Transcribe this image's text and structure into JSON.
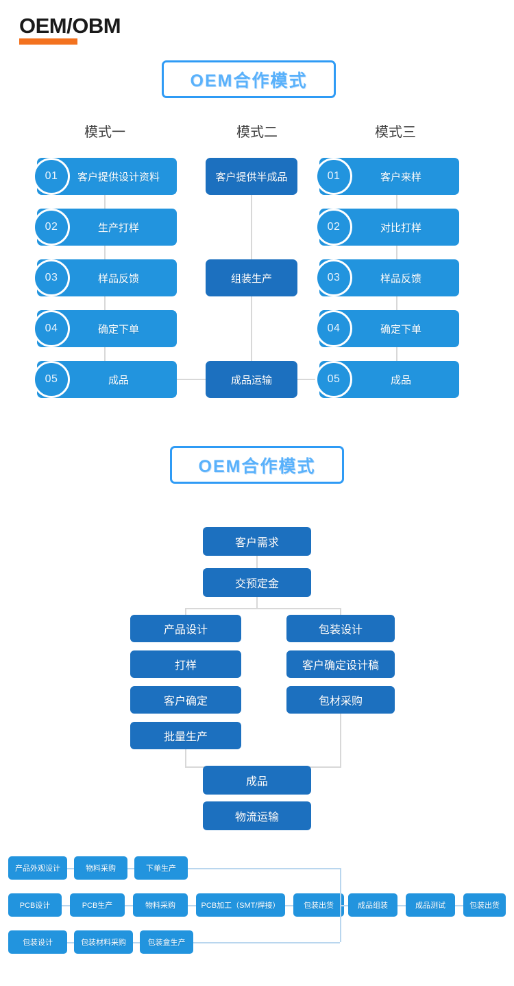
{
  "header": {
    "title": "OEM/OBM",
    "accent_color": "#f3721f"
  },
  "theme": {
    "light_blue": "#2294de",
    "dark_blue": "#1c70bf",
    "banner_border": "#2f9bf5",
    "banner_text": "#59b1fb",
    "connector": "#d8d8d8",
    "connector_light": "#b9d6ee"
  },
  "section1": {
    "banner": "OEM合作模式",
    "columns": [
      {
        "heading": "模式一",
        "steps": [
          {
            "num": "01",
            "label": "客户提供设计资料"
          },
          {
            "num": "02",
            "label": "生产打样"
          },
          {
            "num": "03",
            "label": "样品反馈"
          },
          {
            "num": "04",
            "label": "确定下单"
          },
          {
            "num": "05",
            "label": "成品"
          }
        ]
      },
      {
        "heading": "模式二",
        "steps": [
          {
            "num": "",
            "label": "客户提供半成品"
          },
          {
            "num": "",
            "label": "组装生产"
          },
          {
            "num": "",
            "label": "成品运输"
          }
        ]
      },
      {
        "heading": "模式三",
        "steps": [
          {
            "num": "01",
            "label": "客户来样"
          },
          {
            "num": "02",
            "label": "对比打样"
          },
          {
            "num": "03",
            "label": "样品反馈"
          },
          {
            "num": "04",
            "label": "确定下单"
          },
          {
            "num": "05",
            "label": "成品"
          }
        ]
      }
    ]
  },
  "section2": {
    "banner": "OEM合作模式",
    "top": [
      "客户需求",
      "交预定金"
    ],
    "left_branch": [
      "产品设计",
      "打样",
      "客户确定",
      "批量生产"
    ],
    "right_branch": [
      "包装设计",
      "客户确定设计稿",
      "包材采购"
    ],
    "bottom": [
      "成品",
      "物流运输"
    ]
  },
  "section3": {
    "row_top": [
      "产品外观设计",
      "物料采购",
      "下单生产"
    ],
    "row_mid_left": [
      "PCB设计",
      "PCB生产",
      "物料采购",
      "PCB加工（SMT/焊接）",
      "包装出货"
    ],
    "row_mid_right": [
      "成品组装",
      "成品测试",
      "包装出货"
    ],
    "row_bottom": [
      "包装设计",
      "包装材料采购",
      "包装盒生产"
    ]
  }
}
